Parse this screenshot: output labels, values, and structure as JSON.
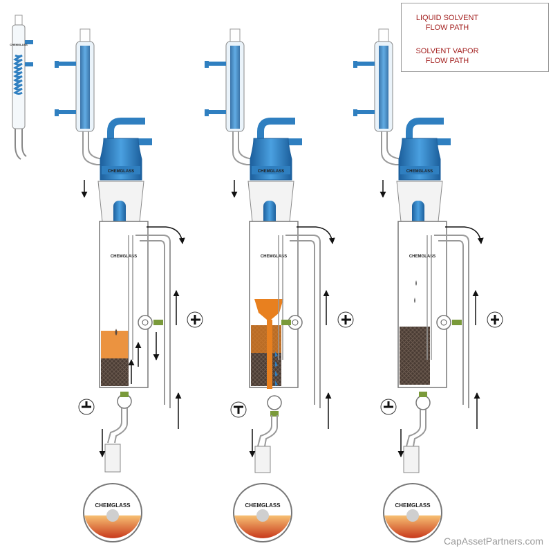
{
  "legend": {
    "liquid_line1": "LIQUID SOLVENT",
    "liquid_line2": "FLOW PATH",
    "vapor_line1": "SOLVENT VAPOR",
    "vapor_line2": "FLOW PATH"
  },
  "brand": "CHEMGLASS",
  "watermark": "CapAssetPartners.com",
  "colors": {
    "glass_blue": "#2f7fc0",
    "solvent_orange": "#e8801f",
    "sample_dark": "#4a3c34",
    "stopcock_green": "#7a9a3a",
    "legend_text": "#a3201f"
  }
}
